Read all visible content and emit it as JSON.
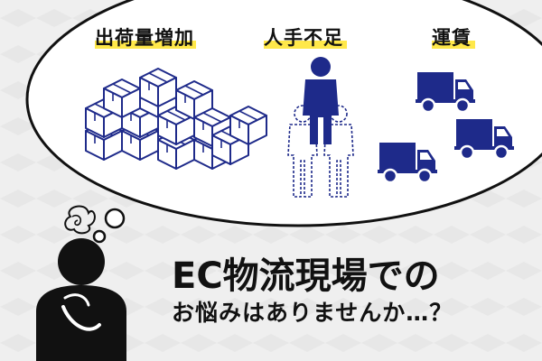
{
  "labels": {
    "shipment_increase": "出荷量増加",
    "labor_shortage": "人手不足",
    "freight": "運賃"
  },
  "headline": {
    "line1": "EC物流現場での",
    "line2": "お悩みはありませんか…？"
  },
  "colors": {
    "navy": "#1e2a8a",
    "highlight": "#ffe84a",
    "background": "#efefef",
    "bubble": "#ffffff",
    "ink": "#111111"
  },
  "icons": [
    "box-stack-icon",
    "worker-icon",
    "truck-icon",
    "thinking-person-icon",
    "thought-bubble-icon"
  ]
}
